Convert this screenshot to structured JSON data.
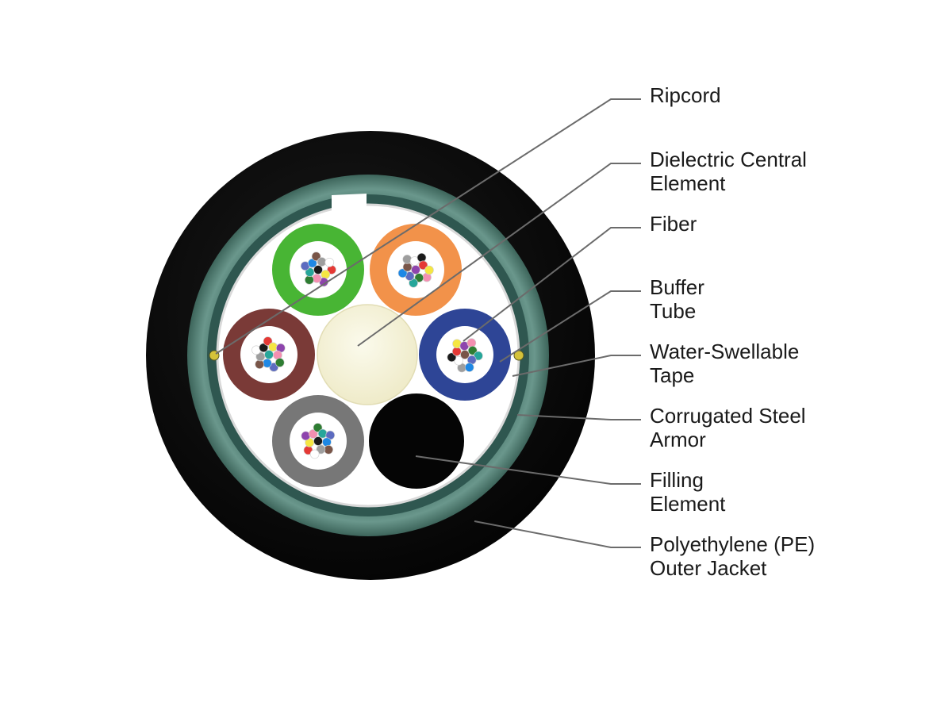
{
  "labels": {
    "ripcord": [
      "Ripcord"
    ],
    "dielectric": [
      "Dielectric Central",
      "Element"
    ],
    "fiber": [
      "Fiber"
    ],
    "buffer": [
      "Buffer",
      "Tube"
    ],
    "water": [
      "Water-Swellable",
      "Tape"
    ],
    "armor": [
      "Corrugated Steel",
      "Armor"
    ],
    "filling": [
      "Filling",
      "Element"
    ],
    "jacket": [
      "Polyethylene (PE)",
      "Outer Jacket"
    ]
  },
  "colors": {
    "jacket": "#0c0c0c",
    "armor": "#4f7b70",
    "tape": "#ffffff",
    "central_element": "#f8f6df",
    "filling_element": "#050505",
    "leader_line": "#6b6b6b",
    "tubes": [
      "#48b534",
      "#f2924a",
      "#7a3a37",
      "#2e4596",
      "#777777"
    ]
  },
  "fiber_palette": [
    "#1a1a1a",
    "#e53935",
    "#f5e642",
    "#8e44ad",
    "#f48fb1",
    "#2e7d32",
    "#26a69a",
    "#5c6bc0",
    "#1e88e5",
    "#795548",
    "#9e9e9e",
    "#ffffff"
  ]
}
